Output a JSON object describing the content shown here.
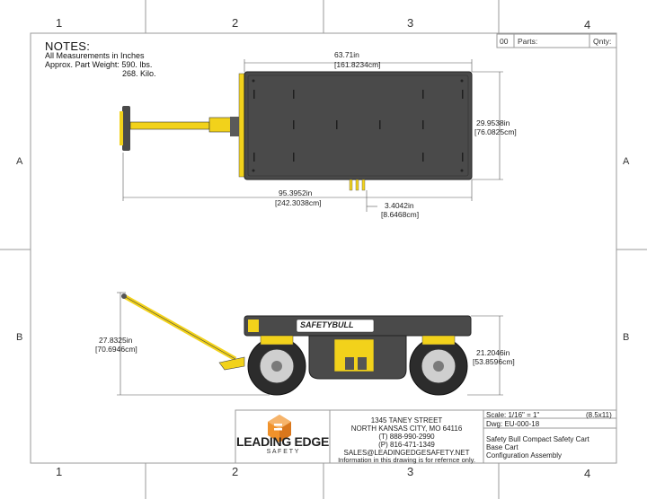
{
  "grid": {
    "columns_top": [
      "1",
      "2",
      "3",
      "4"
    ],
    "columns_bottom": [
      "1",
      "2",
      "3",
      "4"
    ],
    "rows_left": [
      "A",
      "B"
    ],
    "rows_right": [
      "A",
      "B"
    ]
  },
  "parts_table": {
    "qty_box": "00",
    "parts_label": "Parts:",
    "qnty_label": "Qnty:"
  },
  "notes": {
    "title": "NOTES:",
    "line1": "All Measurements in Inches",
    "line2": "Approx. Part Weight: 590. lbs.",
    "line3": "268. Kilo."
  },
  "dimensions": {
    "top_length_in": "63.71in",
    "top_length_cm": "[161.8234cm]",
    "width_in": "29.9538in",
    "width_cm": "[76.0825cm]",
    "overall_length_in": "95.3952in",
    "overall_length_cm": "[242.3038cm]",
    "hitch_offset_in": "3.4042in",
    "hitch_offset_cm": "[8.6468cm]",
    "handle_height_in": "27.8325in",
    "handle_height_cm": "[70.6946cm]",
    "deck_height_in": "21.2046in",
    "deck_height_cm": "[53.8596cm]"
  },
  "cart_brand": "SAFETYBULL",
  "title_block": {
    "logo_main": "LEADING EDGE",
    "logo_sub": "S A F E T Y",
    "address1": "1345 TANEY STREET",
    "address2": "NORTH KANSAS CITY, MO 64116",
    "phone": "(T) 888-990-2990",
    "fax": "(P) 816-471-1349",
    "email": "SALES@LEADINGEDGESAFETY.NET",
    "disclaimer": "Information in this drawing is for refernce only.",
    "scale": "Scale: 1/16\" = 1\"",
    "sheet": "(8.5x11)",
    "dwg": "Dwg: EU-000-18",
    "desc1": "Safety Bull Compact Safety Cart",
    "desc2": "Base Cart",
    "desc3": "Configuration Assembly"
  },
  "colors": {
    "deck": "#4a4a4a",
    "yellow": "#f2d21b",
    "logo_orange": "#f0922b",
    "border": "#8a8a8a"
  }
}
